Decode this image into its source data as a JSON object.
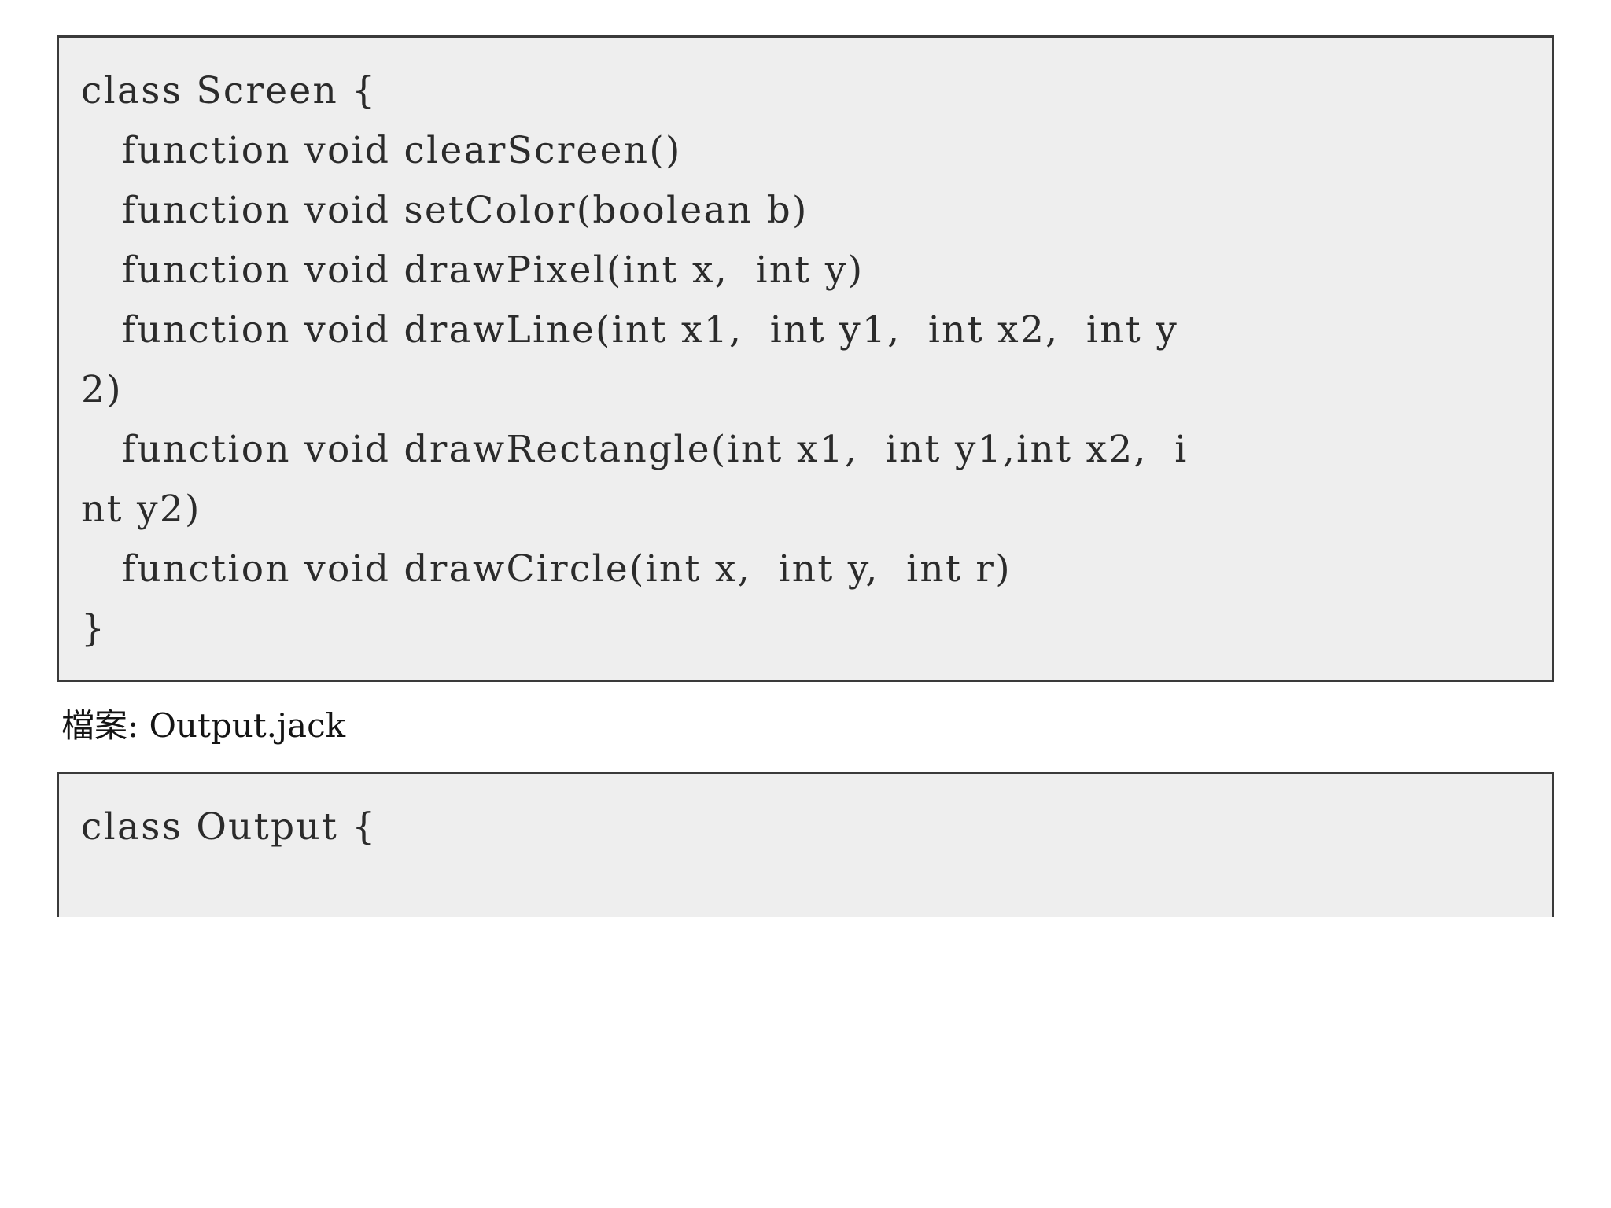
{
  "document": {
    "background_color": "#ffffff",
    "code_block_background": "#eeeeee",
    "code_block_border_color": "#3a3a3a",
    "text_color": "#2b2b2b"
  },
  "screen_block": {
    "lines": [
      "class Screen {",
      "   function void clearScreen()",
      "   function void setColor(boolean b)",
      "   function void drawPixel(int x,  int y)",
      "   function void drawLine(int x1,  int y1,  int x2,  int y",
      "2)",
      "   function void drawRectangle(int x1,  int y1,int x2,  i",
      "nt y2)",
      "   function void drawCircle(int x,  int y,  int r)",
      "}"
    ]
  },
  "caption": {
    "text": "檔案: Output.jack"
  },
  "output_block": {
    "lines": [
      "class Output {"
    ]
  }
}
